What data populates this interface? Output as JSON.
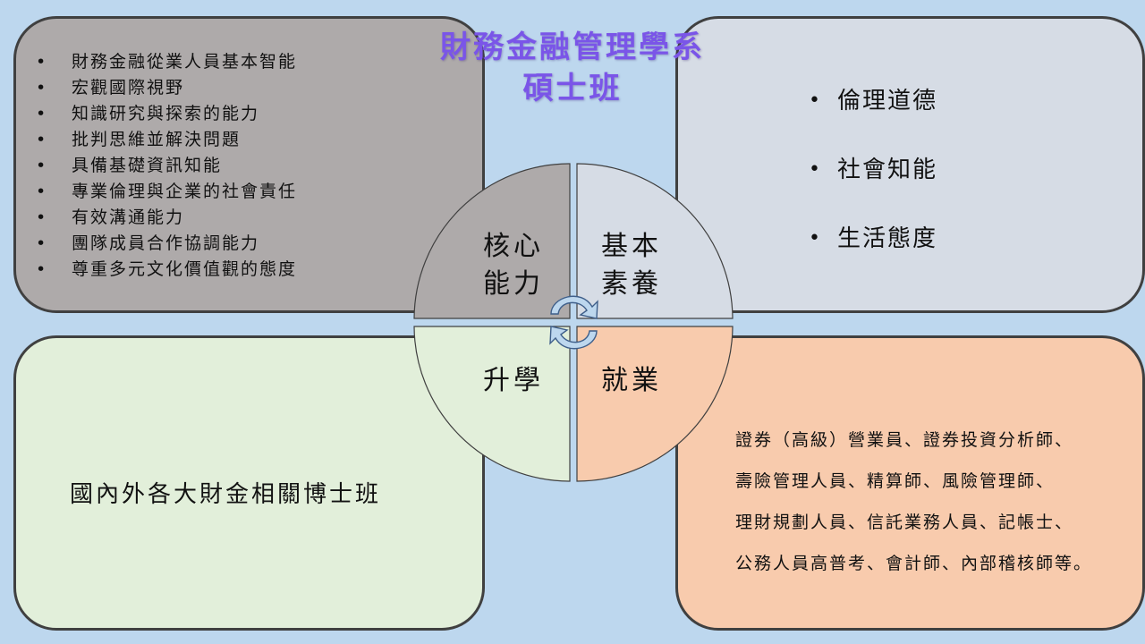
{
  "title": {
    "line1": "財務金融管理學系",
    "line2": "碩士班"
  },
  "quadrants": {
    "core": {
      "line1": "核心",
      "line2": "能力"
    },
    "basic": {
      "line1": "基本",
      "line2": "素養"
    },
    "study": {
      "label": "升學"
    },
    "career": {
      "label": "就業"
    }
  },
  "core_abilities": [
    "財務金融從業人員基本智能",
    "宏觀國際視野",
    "知識研究與探索的能力",
    "批判思維並解決問題",
    "具備基礎資訊知能",
    "專業倫理與企業的社會責任",
    "有效溝通能力",
    "團隊成員合作協調能力",
    "尊重多元文化價值觀的態度"
  ],
  "basic_literacy": [
    "倫理道德",
    "社會知能",
    "生活態度"
  ],
  "further_study": "國內外各大財金相關博士班",
  "employment_lines": [
    "證券（高級）營業員、證券投資分析師、",
    "壽險管理人員、精算師、風險管理師、",
    "理財規劃人員、信託業務人員、記帳士、",
    "公務人員高普考、會計師、內部稽核師等。"
  ],
  "colors": {
    "background": "#bdd7ee",
    "core": "#aeaaaa",
    "basic": "#d6dce5",
    "study": "#e2efda",
    "career": "#f8cbad",
    "title": "#7a55e8",
    "cycle_arrows": "#bdd7ee"
  },
  "icons": [
    "cycle-arrows-icon"
  ]
}
